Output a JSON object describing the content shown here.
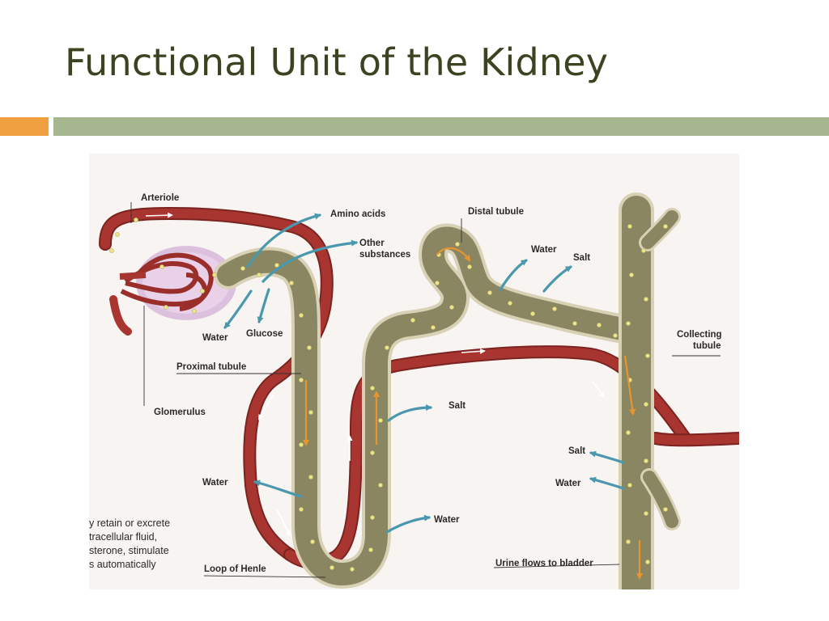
{
  "slide": {
    "title": "Functional Unit of the Kidney"
  },
  "diagram": {
    "labels": {
      "arteriole": "Arteriole",
      "amino_acids": "Amino acids",
      "other_substances_1": "Other",
      "other_substances_2": "substances",
      "distal_tubule": "Distal tubule",
      "water_distal": "Water",
      "salt_distal": "Salt",
      "collecting_tubule_1": "Collecting",
      "collecting_tubule_2": "tubule",
      "water_glomerulus": "Water",
      "glucose": "Glucose",
      "proximal_tubule": "Proximal tubule",
      "glomerulus": "Glomerulus",
      "salt_henle": "Salt",
      "water_left": "Water",
      "water_henle": "Water",
      "salt_collecting": "Salt",
      "water_collecting": "Water",
      "loop_of_henle": "Loop of Henle",
      "urine_flows": "Urine flows to bladder"
    },
    "caption_lines": [
      "y retain or excrete",
      "tracellular fluid,",
      "sterone, stimulate",
      "s automatically"
    ],
    "colors": {
      "vessel": "#a8352f",
      "vessel_dark": "#7b2320",
      "tubule": "#8a8662",
      "tubule_edge": "#d9d1b6",
      "capsule": "#cfa8d6",
      "dot": "#ece58a",
      "arrow_teal": "#4a98ad",
      "arrow_orange": "#e7962f"
    }
  }
}
